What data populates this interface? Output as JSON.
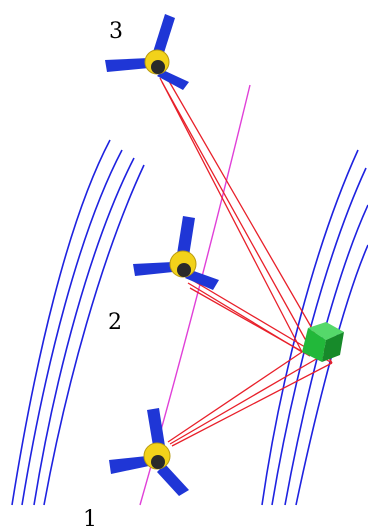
{
  "colors": {
    "background": "#ffffff",
    "orbit_lines": "#1e22e0",
    "ground_track": "#e040d8",
    "signal_rays": "#e8202a",
    "satellite_body": "#f2d21a",
    "satellite_core": "#2a2a2a",
    "solar_panels": "#1f36d6",
    "receiver": "#22b83a"
  },
  "satellites": [
    {
      "label": "1",
      "icon": "satellite-icon"
    },
    {
      "label": "2",
      "icon": "satellite-icon"
    },
    {
      "label": "3",
      "icon": "satellite-icon"
    }
  ],
  "receiver": {
    "icon": "green-cube-receiver-icon"
  }
}
